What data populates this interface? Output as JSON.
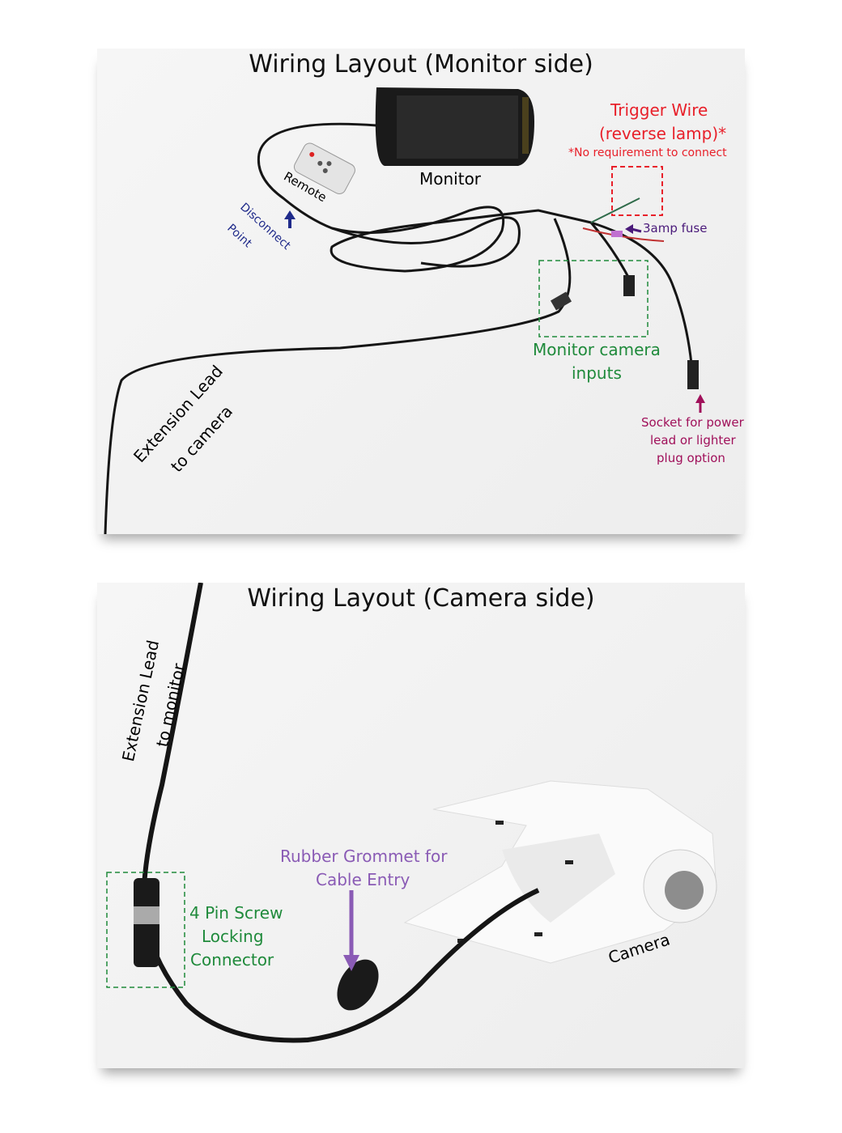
{
  "monitor_side": {
    "title": "Wiring Layout (Monitor side)",
    "labels": {
      "monitor": "Monitor",
      "remote": "Remote",
      "disconnect_1": "Disconnect",
      "disconnect_2": "Point",
      "trigger_1": "Trigger Wire",
      "trigger_2": "(reverse lamp)*",
      "trigger_note": "*No requirement to connect",
      "fuse": "3amp fuse",
      "inputs_1": "Monitor camera",
      "inputs_2": "inputs",
      "socket_1": "Socket for power",
      "socket_2": "lead or lighter",
      "socket_3": "plug option",
      "ext_1": "Extension Lead",
      "ext_2": "to camera"
    }
  },
  "camera_side": {
    "title": "Wiring Layout (Camera side)",
    "labels": {
      "ext_1": "Extension Lead",
      "ext_2": "to monitor",
      "grommet_1": "Rubber Grommet for",
      "grommet_2": "Cable Entry",
      "conn_1": "4 Pin Screw",
      "conn_2": "Locking",
      "conn_3": "Connector",
      "camera": "Camera"
    }
  },
  "colors": {
    "trigger": "#e8202a",
    "inputs": "#1f8a3b",
    "disconnect": "#1f2a8a",
    "grommet": "#8a5bb5",
    "socket": "#a0105a"
  }
}
